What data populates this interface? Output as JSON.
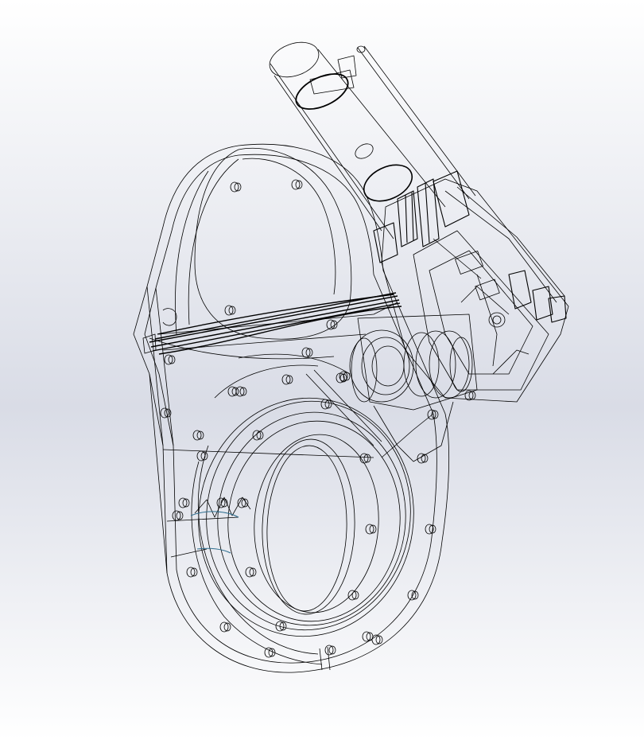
{
  "viewport": {
    "background_top": "#ffffff",
    "background_mid": "#d9dce6",
    "background_bottom": "#ffffff",
    "line_color": "#000000",
    "accent_line_color": "#2f6f8f"
  },
  "model": {
    "display_mode": "wireframe",
    "parts": [
      "housing",
      "large-bore-ring",
      "drive-belt",
      "motor-tube",
      "motor-block",
      "bearing-stack",
      "bolt-holes"
    ]
  }
}
